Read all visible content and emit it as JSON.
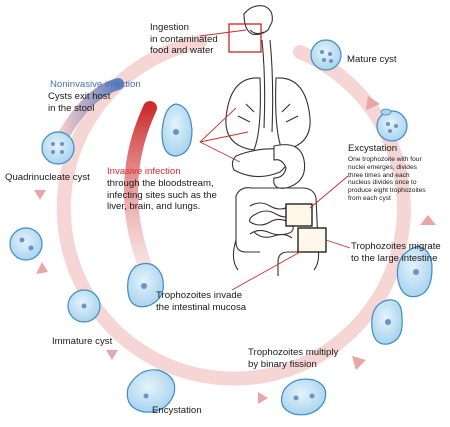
{
  "labels": {
    "ingestion": "Ingestion\nin contaminated\nfood and water",
    "mature_cyst": "Mature cyst",
    "noninvasive_title": "Noninvasive infection",
    "noninvasive_body": "Cysts exit host\nin the stool",
    "excystation_title": "Excystation",
    "excystation_body": "One trophozoite with four\nnuclei emerges, divides\nthree times and each\nnucleus divides once to\nproduce eight trophozoites\nfrom each cyst",
    "quadrinucleate": "Quadrinucleate cyst",
    "invasive_title": "Invasive infection",
    "invasive_body": "through the bloodstream,\ninfecting sites such as the\nliver, brain, and lungs.",
    "migrate": "Trophozoites  migrate\nto the large intestine",
    "invade": "Trophozoites invade\nthe intestinal mucosa",
    "immature": "Immature cyst",
    "multiply": "Trophozoites multiply\nby binary fission",
    "encystation": "Encystation"
  },
  "colors": {
    "cycle_arrow": "#f3c9c9",
    "arrowhead": "#e8a6a6",
    "invasive_arrow": "#cc2e2e",
    "noninvasive_arrow": "#5a7fc0",
    "cell_fill": "#bfe0f3",
    "cell_stroke": "#3f8cc4",
    "pointer": "#cc2e2e",
    "organ_stroke": "#333333"
  }
}
